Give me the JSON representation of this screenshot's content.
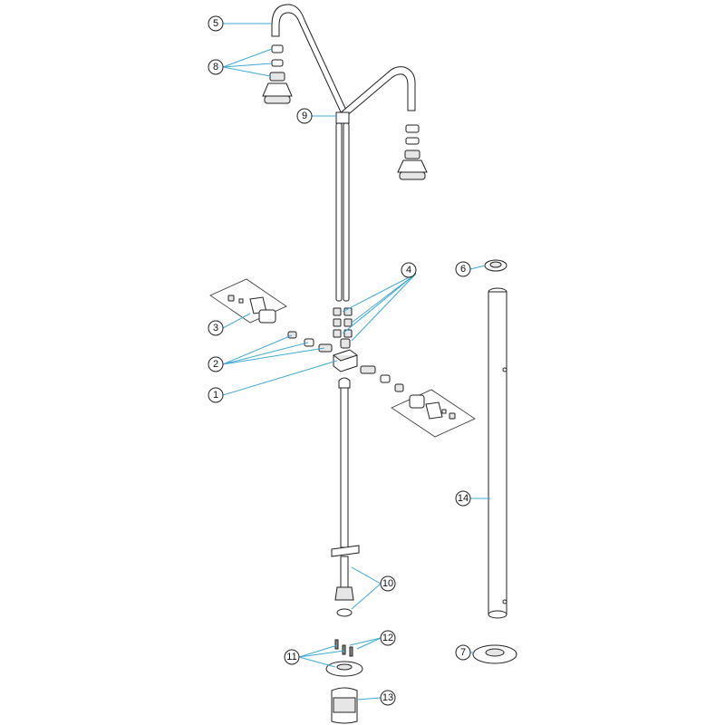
{
  "colors": {
    "leader": "#3fa9d8",
    "outline": "#222222"
  },
  "callouts": [
    {
      "id": "1",
      "label": "1"
    },
    {
      "id": "2",
      "label": "2"
    },
    {
      "id": "3",
      "label": "3"
    },
    {
      "id": "4",
      "label": "4"
    },
    {
      "id": "5",
      "label": "5"
    },
    {
      "id": "6",
      "label": "6"
    },
    {
      "id": "7",
      "label": "7"
    },
    {
      "id": "8",
      "label": "8"
    },
    {
      "id": "9",
      "label": "9"
    },
    {
      "id": "10",
      "label": "10"
    },
    {
      "id": "11",
      "label": "11"
    },
    {
      "id": "12",
      "label": "12"
    },
    {
      "id": "13",
      "label": "13"
    },
    {
      "id": "14",
      "label": "14"
    }
  ]
}
